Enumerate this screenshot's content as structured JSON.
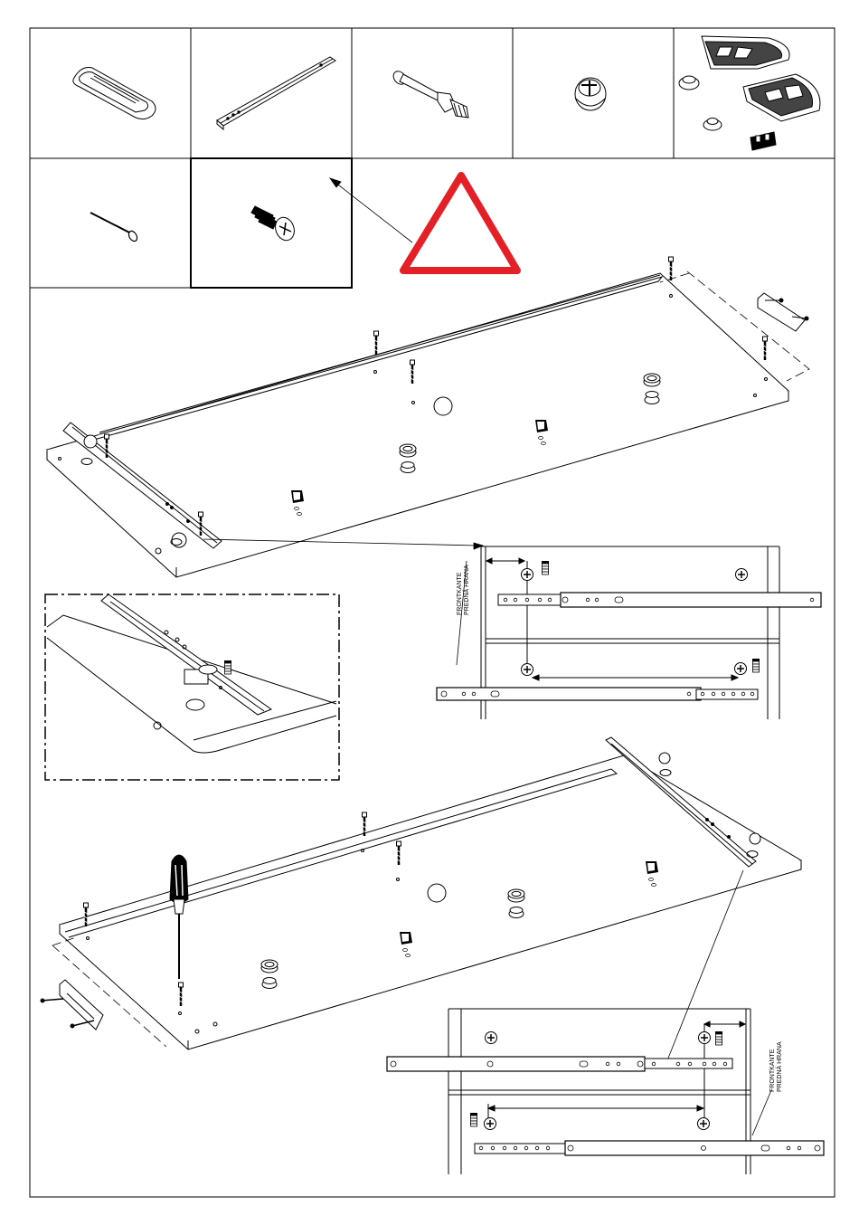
{
  "parts_grid": {
    "cells": [
      {
        "name": "shelf-support-pad-icon"
      },
      {
        "name": "drawer-runner-rail-icon"
      },
      {
        "name": "connector-bolt-icon"
      },
      {
        "name": "cam-lock-fitting-icon"
      },
      {
        "name": "corner-bracket-set-icon"
      },
      {
        "name": "nail-icon"
      },
      {
        "name": "euro-screw-icon"
      }
    ]
  },
  "warning": {
    "icon": "warning-triangle-icon",
    "color": "#e41f26"
  },
  "detail_top": {
    "label_line1": "FRONTKANTE",
    "label_line2": "PREDNÁ HRANA"
  },
  "detail_bottom": {
    "label_line1": "FRONTKANTE",
    "label_line2": "PREDNÁ HRANA"
  }
}
